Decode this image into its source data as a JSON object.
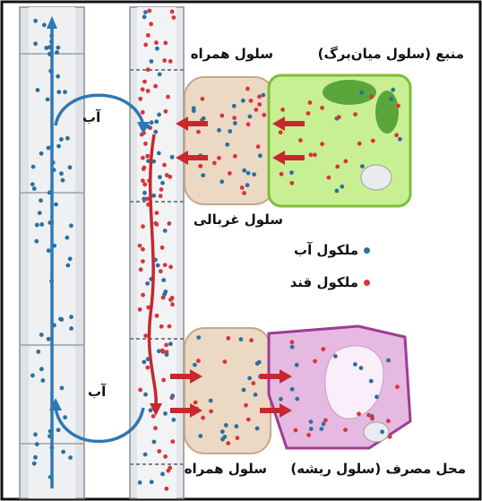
{
  "labels": {
    "source": "منبع (سلول میان‌برگ)",
    "companion_top": "سلول همراه",
    "sieve_cell": "سلول غربالی",
    "water_top": "آب",
    "water_bottom": "آب",
    "sink": "محل مصرف (سلول ریشه)",
    "companion_bottom": "سلول همراه"
  },
  "legend": {
    "water_molecule": "ملکول آب",
    "sugar_molecule": "ملکول قند"
  },
  "colors": {
    "water_dot": "#2c6f9f",
    "sugar_dot": "#d8343a",
    "flow_arrow": "#c6282d",
    "water_arrow": "#2f77b5",
    "xylem_fill": "#dfe3e7",
    "phloem_fill": "#e4e6ea",
    "companion_fill": "#ecd9c4",
    "mesophyll_fill": "#c9ef93",
    "root_fill": "#e6b9e2",
    "chloroplast": "#5aa63a"
  }
}
